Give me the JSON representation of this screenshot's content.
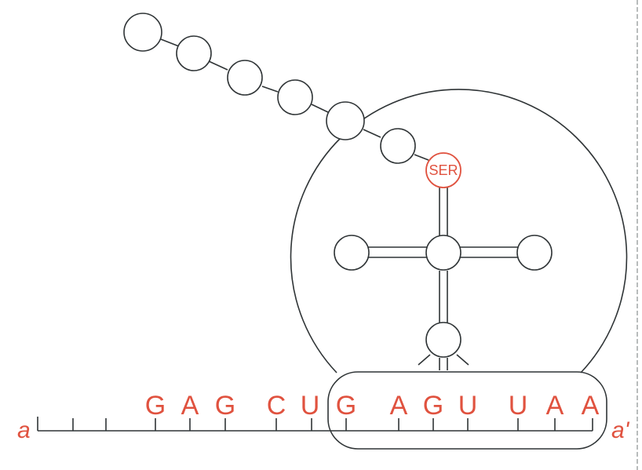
{
  "colors": {
    "accent": "#e0523f",
    "line": "#2f3436",
    "background": "#ffffff"
  },
  "amino_acid_label": "SER",
  "strand_ends": {
    "left": "a",
    "right": "a'"
  },
  "mrna_bases": [
    "G",
    "A",
    "G",
    "C",
    "U",
    "G",
    "A",
    "G",
    "U",
    "U",
    "A",
    "A"
  ]
}
